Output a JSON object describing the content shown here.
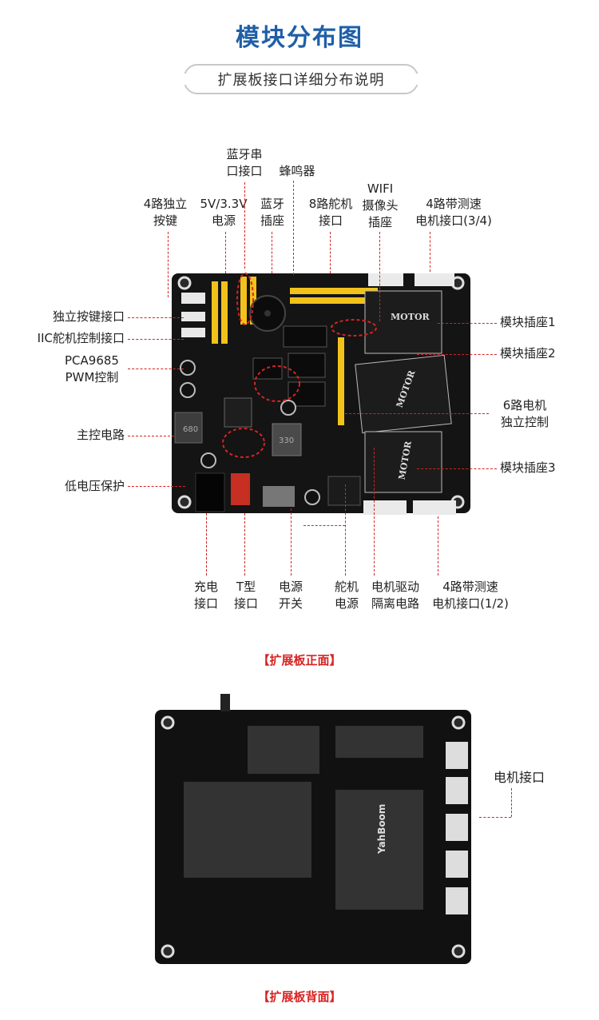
{
  "header": {
    "title": "模块分布图",
    "subtitle": "扩展板接口详细分布说明"
  },
  "front": {
    "caption": "【扩展板正面】",
    "top_labels": {
      "bt_serial": "蓝牙串\n口接口",
      "buzzer": "蜂鸣器",
      "keys4": "4路独立\n按键",
      "power": "5V/3.3V\n电源",
      "bt_socket": "蓝牙\n插座",
      "servo8": "8路舵机\n接口",
      "wifi_cam": "WIFI\n摄像头\n插座",
      "motor34": "4路带测速\n电机接口(3/4)"
    },
    "left_labels": {
      "key_if": "独立按键接口",
      "iic_servo": "IIC舵机控制接口",
      "pca": "PCA9685\nPWM控制",
      "main_ctrl": "主控电路",
      "low_volt": "低电压保护"
    },
    "right_labels": {
      "mod1": "模块插座1",
      "mod2": "模块插座2",
      "motor6": "6路电机\n独立控制",
      "mod3": "模块插座3"
    },
    "bottom_labels": {
      "charge": "充电\n接口",
      "tplug": "T型\n接口",
      "switch": "电源\n开关",
      "servo_power": "舵机\n电源",
      "isolation": "电机驱动\n隔离电路",
      "motor12": "4路带测速\n电机接口(1/2)"
    },
    "silkscreen": {
      "motor": "MOTOR",
      "inductor_a": "680",
      "inductor_b": "330"
    }
  },
  "back": {
    "caption": "【扩展板背面】",
    "right_label": "电机接口",
    "brand": "YahBoom"
  },
  "colors": {
    "title_blue": "#1f5fa8",
    "annotation_red": "#d72323",
    "pcb_black": "#121212",
    "header_yellow": "#f2c21b"
  }
}
